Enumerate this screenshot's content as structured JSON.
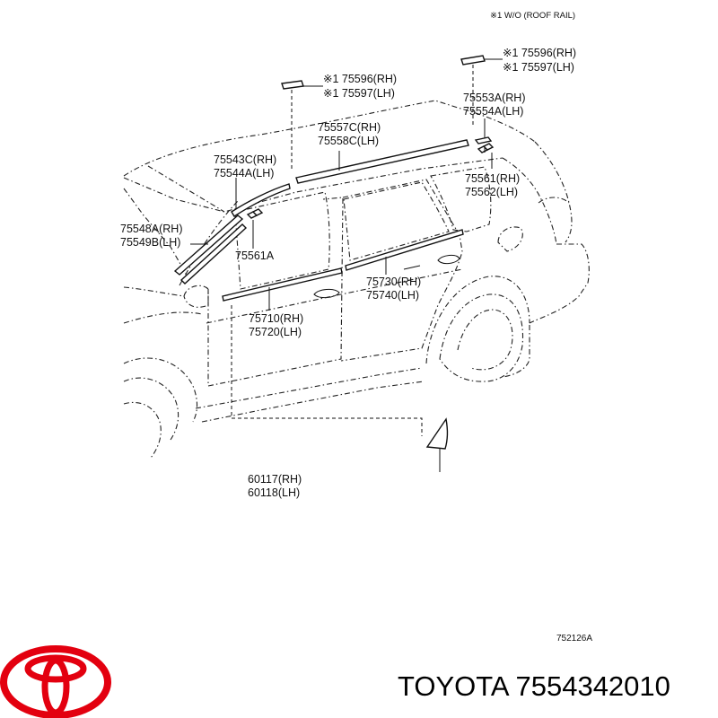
{
  "diagram": {
    "note": "※1  W/O (ROOF RAIL)",
    "labels": {
      "p75596_top_rh": "※1 75596(RH)",
      "p75597_top_lh": "※1 75597(LH)",
      "p75596_mid_rh": "※1 75596(RH)",
      "p75597_mid_lh": "※1 75597(LH)",
      "p75553a": "75553A(RH)",
      "p75554a": "75554A(LH)",
      "p75557c": "75557C(RH)",
      "p75558c": "75558C(LH)",
      "p75543c": "75543C(RH)",
      "p75544a": "75544A(LH)",
      "p75561": "75561(RH)",
      "p75562": "75562(LH)",
      "p75548a": "75548A(RH)",
      "p75549b": "75549B(LH)",
      "p75561a": "75561A",
      "p75730": "75730(RH)",
      "p75740": "75740(LH)",
      "p75710": "75710(RH)",
      "p75720": "75720(LH)",
      "p60117": "60117(RH)",
      "p60118": "60118(LH)"
    },
    "ref_code": "752126A"
  },
  "footer": {
    "brand_text": "TOYOTA 7554342010",
    "logo_color": "#e3000f"
  }
}
